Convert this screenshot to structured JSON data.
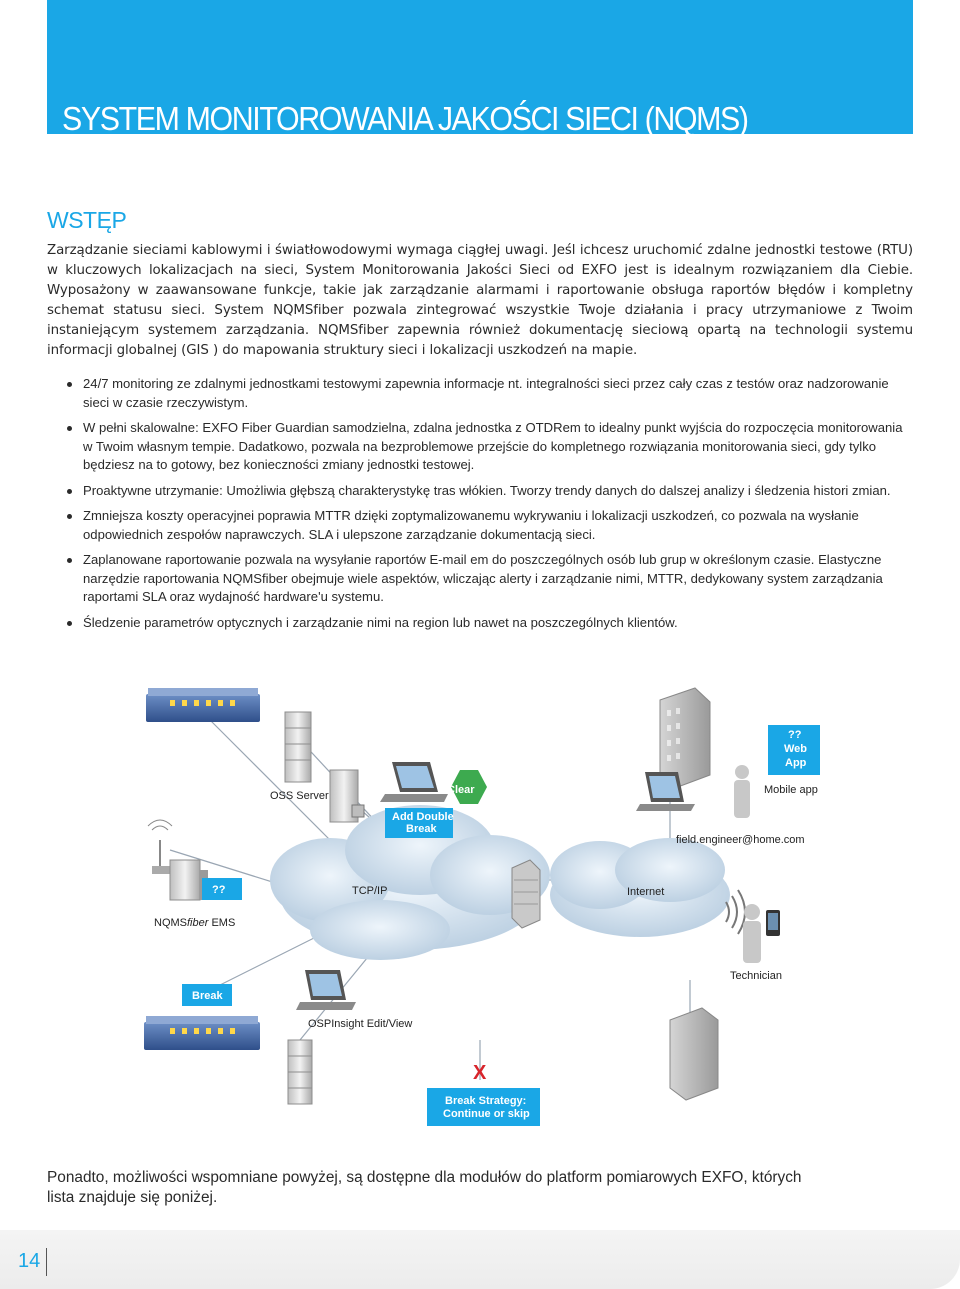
{
  "header": {
    "title": "SYSTEM MONITOROWANIA JAKOŚCI SIECI (NQMS)"
  },
  "section": {
    "heading": "WSTĘP"
  },
  "intro": "Zarządzanie sieciami kablowymi i światłowodowymi wymaga ciągłej uwagi. Jeśl ichcesz uruchomić zdalne jednostki testowe (RTU) w kluczowych lokalizacjach na sieci, System Monitorowania Jakości Sieci od EXFO jest is idealnym rozwiązaniem dla Ciebie. Wyposażony w zaawansowane funkcje, takie jak zarządzanie alarmami i raportowanie obsługa raportów błędów i kompletny schemat statusu sieci. System NQMSfiber pozwala zintegrować wszystkie Twoje działania i pracy utrzymaniowe z Twoim instaniejącym systemem zarządzania. NQMSfiber zapewnia również dokumentację sieciową opartą na technologii systemu informacji globalnej (GIS ) do mapowania struktury sieci i lokalizacji uszkodzeń na mapie.",
  "bullets": [
    "24/7 monitoring ze zdalnymi jednostkami testowymi zapewnia informacje nt. integralności sieci przez cały czas z testów oraz nadzorowanie sieci w czasie rzeczywistym.",
    "W pełni skalowalne: EXFO Fiber Guardian samodzielna, zdalna jednostka z OTDRem to idealny punkt wyjścia do rozpoczęcia monitorowania w Twoim własnym tempie. Dadatkowo, pozwala na bezproblemowe przejście do kompletnego rozwiązania monitorowania sieci, gdy tylko będziesz na to gotowy, bez konieczności zmiany jednostki testowej.",
    "Proaktywne utrzymanie: Umożliwia głębszą charakterystykę tras włókien. Tworzy trendy danych do dalszej analizy i śledzenia histori zmian.",
    "Zmniejsza koszty operacyjnei poprawia MTTR dzięki zoptymalizowanemu wykrywaniu i lokalizacji uszkodzeń, co pozwala na wysłanie odpowiednich zespołów naprawczych. SLA i ulepszone zarządzanie dokumentacją sieci.",
    "Zaplanowane raportowanie pozwala na wysyłanie raportów E-mail em do poszczególnych osób lub grup w określonym czasie. Elastyczne narzędzie raportowania NQMSfiber obejmuje wiele aspektów, wliczając alerty i zarządzanie nimi, MTTR, dedykowany system zarządzania raportami SLA oraz wydajność hardware'u systemu.",
    "Śledzenie parametrów optycznych i  zarządzanie nimi na region lub nawet na poszczególnych klientów."
  ],
  "diagram": {
    "oss_server": "OSS Server",
    "add_double_break_1": "Add Double",
    "add_double_break_2": "Break",
    "clear": "Clear",
    "web_app_1": "??",
    "web_app_2": "Web",
    "web_app_3": "App",
    "mobile_app": "Mobile app",
    "field_engineer": "field.engineer@home.com",
    "ems_badge": "??",
    "tcp_ip": "TCP/IP",
    "internet": "Internet",
    "nqms_ems_1": "NQMS",
    "nqms_ems_2": "fiber",
    "nqms_ems_3": " EMS",
    "technician": "Technician",
    "break": "Break",
    "osp_insight": "OSPInsight Edit/View",
    "x_mark": "X",
    "break_strategy_1": "Break Strategy:",
    "break_strategy_2": "Continue or skip"
  },
  "footer": {
    "text": "Ponadto, możliwości wspomniane powyżej, są dostępne dla modułów do platform pomiarowych EXFO, których lista znajduje się poniżej."
  },
  "page": {
    "number": "14"
  },
  "colors": {
    "accent": "#1aa7e6",
    "text": "#2a2a2a",
    "alert_red": "#d8242b",
    "clear_green": "#3daa4f"
  }
}
